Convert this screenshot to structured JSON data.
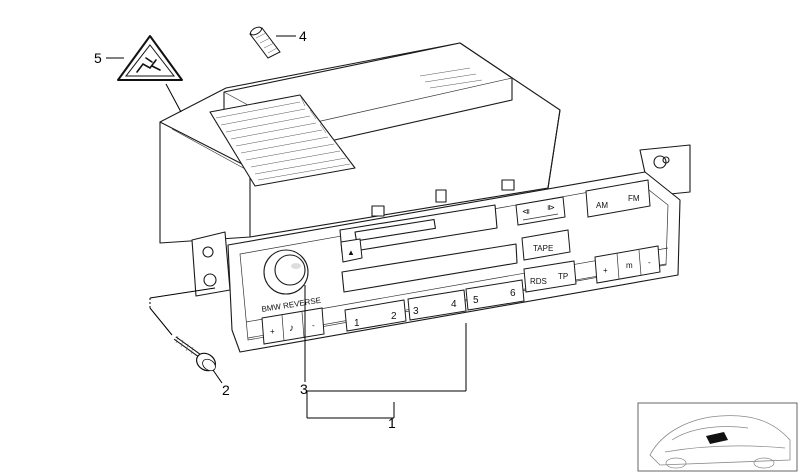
{
  "callouts": {
    "c1": "1",
    "c2": "2",
    "c3": "3",
    "c4": "4",
    "c5": "5"
  },
  "radio": {
    "brand_label": "BMW REVERSE",
    "preset_1": "1",
    "preset_2": "2",
    "preset_3": "3",
    "preset_4": "4",
    "preset_5": "5",
    "preset_6": "6",
    "am_label": "AM",
    "fm_label": "FM",
    "tape_label": "TAPE",
    "rds_label": "RDS",
    "tp_label": "TP",
    "seek_prev_glyph": "⧏",
    "seek_next_glyph": "⧐",
    "eject_glyph": "▲",
    "vol_plus": "+",
    "vol_minus": "-",
    "note_glyph": "♪",
    "m_plus": "+",
    "m_label": "m",
    "m_minus": "-"
  }
}
